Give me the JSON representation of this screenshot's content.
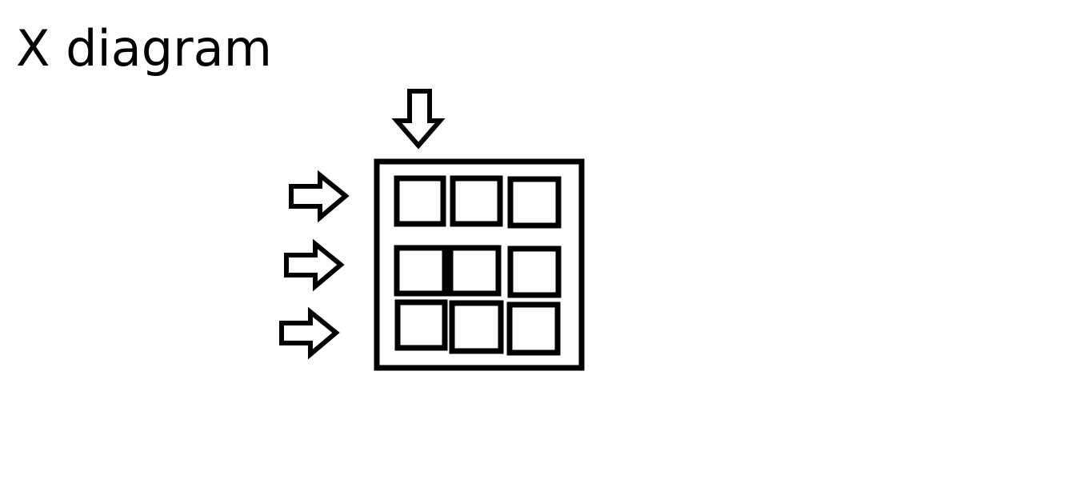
{
  "title": "X diagram",
  "colors": {
    "stroke": "#000000",
    "background": "#ffffff"
  },
  "diagram": {
    "grid_rows": 3,
    "grid_cols": 3,
    "arrows": [
      {
        "name": "top-arrow",
        "direction": "down"
      },
      {
        "name": "row-1-arrow",
        "direction": "right"
      },
      {
        "name": "row-2-arrow",
        "direction": "right"
      },
      {
        "name": "row-3-arrow",
        "direction": "right"
      }
    ]
  }
}
